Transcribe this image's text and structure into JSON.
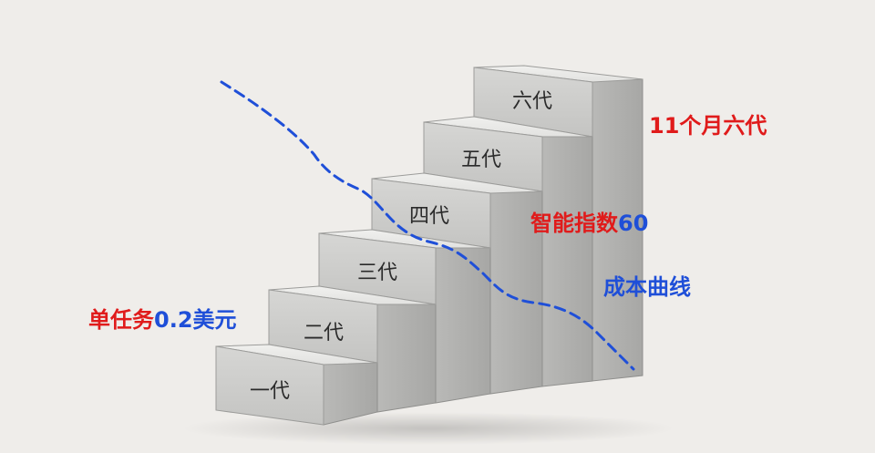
{
  "steps": [
    "一代",
    "二代",
    "三代",
    "四代",
    "五代",
    "六代"
  ],
  "annotations": {
    "timeline": "11个月六代",
    "intelligence_red": "智能指数",
    "intelligence_blue": "60",
    "cost_curve": "成本曲线",
    "task_cost_red": "单任务",
    "task_cost_blue": "0.2美元"
  },
  "colors": {
    "background": "#efedea",
    "red": "#e01b1b",
    "blue": "#1f4fd8"
  }
}
